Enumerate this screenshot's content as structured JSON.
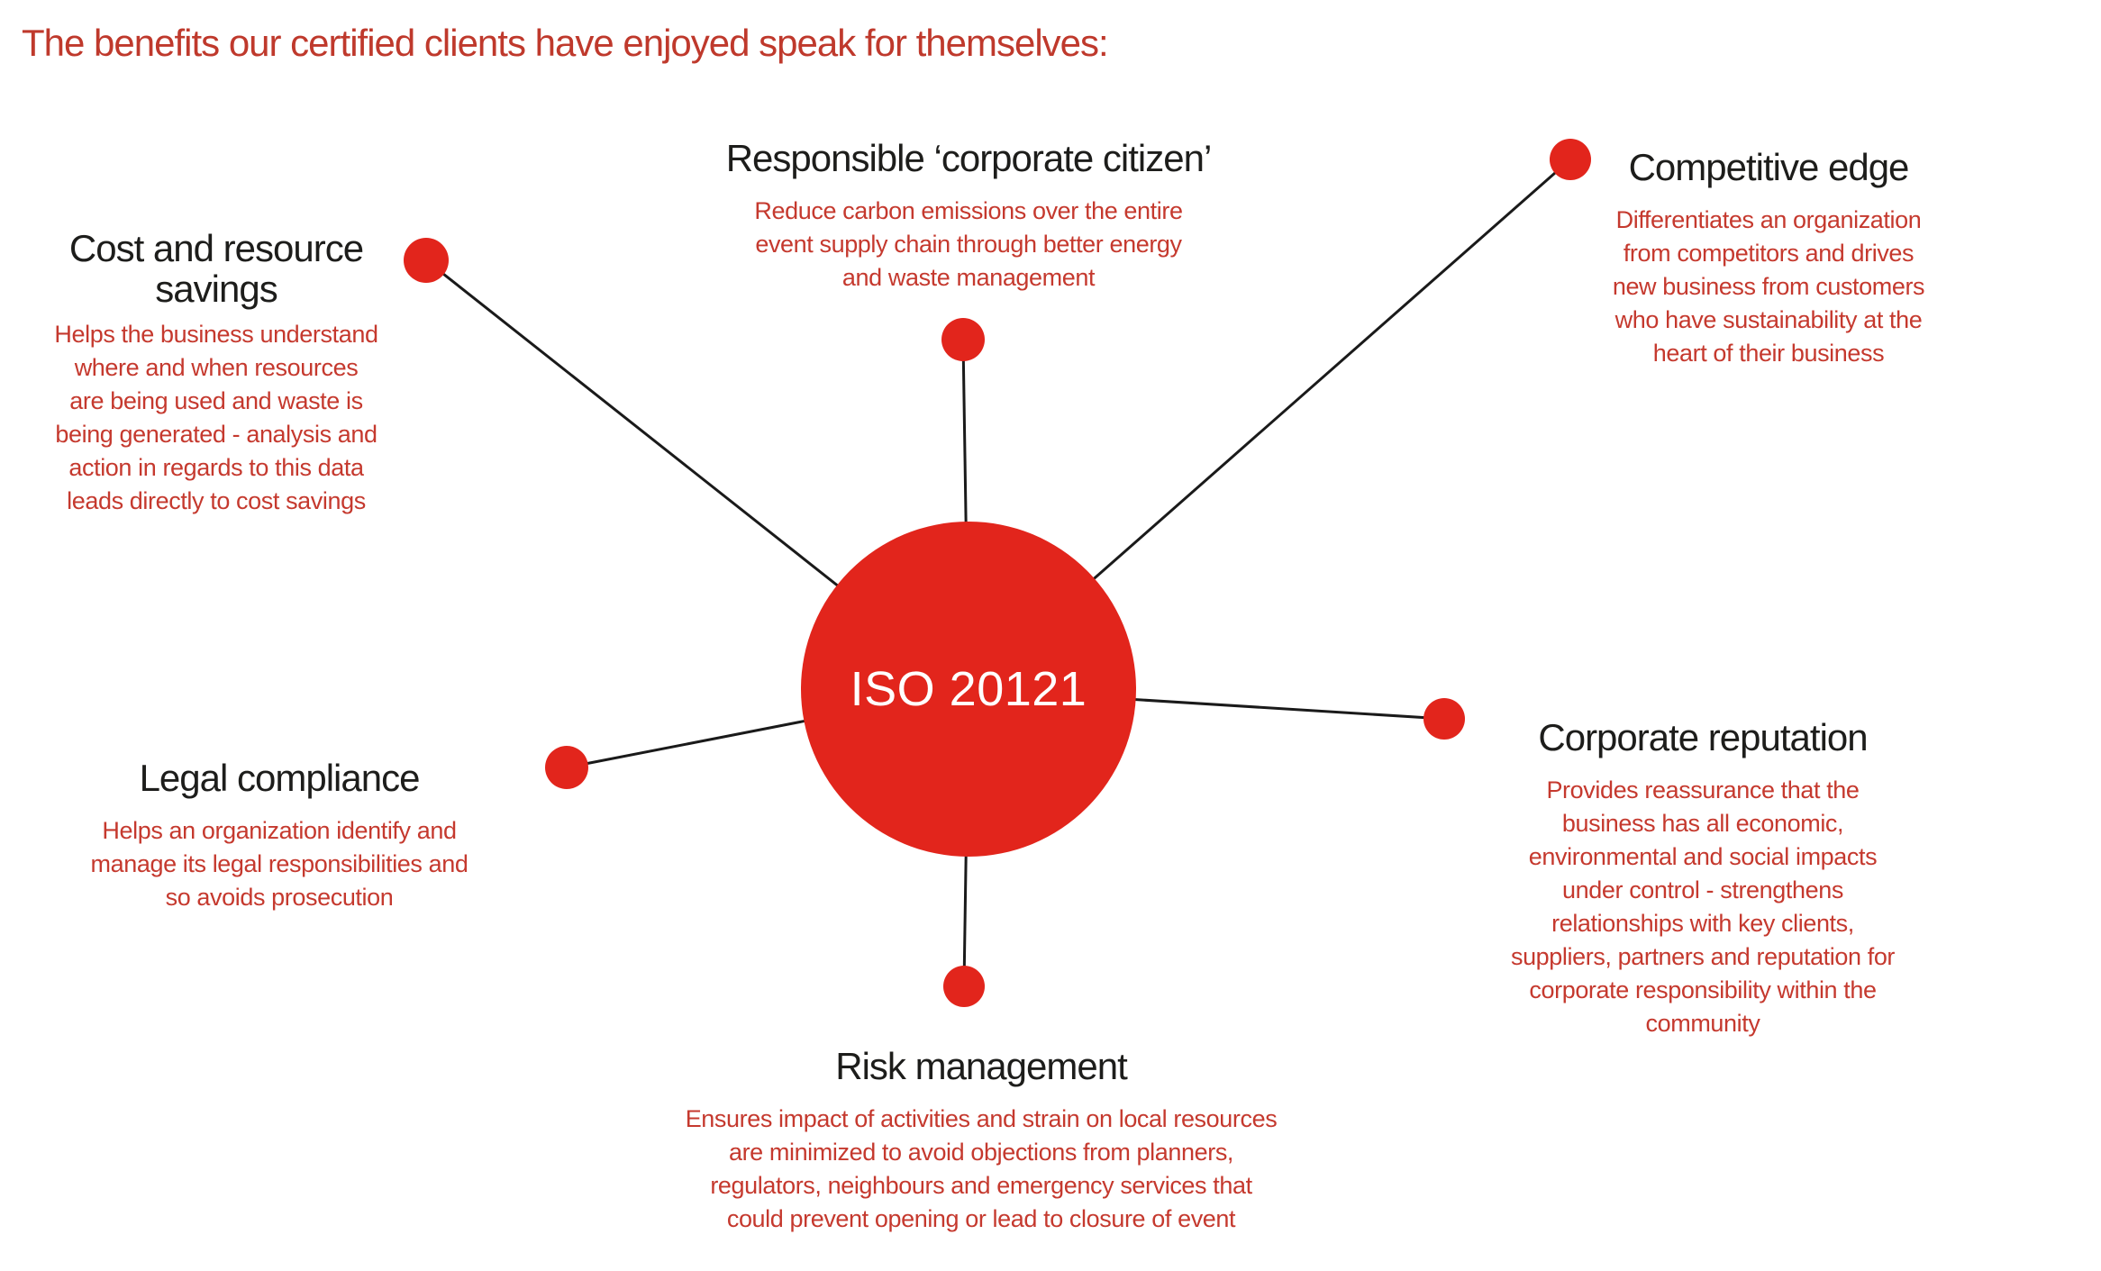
{
  "title": "The benefits our certified clients have enjoyed speak for themselves:",
  "hub": {
    "label": "ISO 20121"
  },
  "colors": {
    "accent_red": "#e2251c",
    "text_red": "#c5392e",
    "title_red": "#bf392c",
    "heading_black": "#1d1d1b",
    "line_black": "#1a1a1a",
    "page_bg": "#ffffff",
    "hub_label_color": "#ffffff"
  },
  "sections": {
    "cost": {
      "heading": [
        "Cost and resource",
        "savings"
      ],
      "body": [
        "Helps the business understand",
        "where and when resources",
        "are being used and waste is",
        "being generated - analysis and",
        "action in regards to this data",
        "leads directly to cost savings"
      ]
    },
    "responsible": {
      "heading": [
        "Responsible ‘corporate citizen’"
      ],
      "body": [
        "Reduce carbon emissions over the entire",
        "event supply chain through better energy",
        "and waste management"
      ]
    },
    "competitive": {
      "heading": [
        "Competitive edge"
      ],
      "body": [
        "Differentiates an organization",
        "from competitors and drives",
        "new business from customers",
        "who have sustainability at the",
        "heart of their business"
      ]
    },
    "corporate": {
      "heading": [
        "Corporate reputation"
      ],
      "body": [
        "Provides reassurance that the",
        "business has all economic,",
        "environmental and social impacts",
        "under control - strengthens",
        "relationships with key clients,",
        "suppliers, partners and reputation for",
        "corporate responsibility within the",
        "community"
      ]
    },
    "legal": {
      "heading": [
        "Legal compliance"
      ],
      "body": [
        "Helps an organization identify and",
        "manage its legal responsibilities and",
        "so avoids prosecution"
      ]
    },
    "risk": {
      "heading": [
        "Risk management"
      ],
      "body": [
        "Ensures impact of activities and strain on local resources",
        "are minimized to avoid objections from planners,",
        "regulators, neighbours and emergency services that",
        "could prevent opening or lead to closure of event"
      ]
    }
  }
}
